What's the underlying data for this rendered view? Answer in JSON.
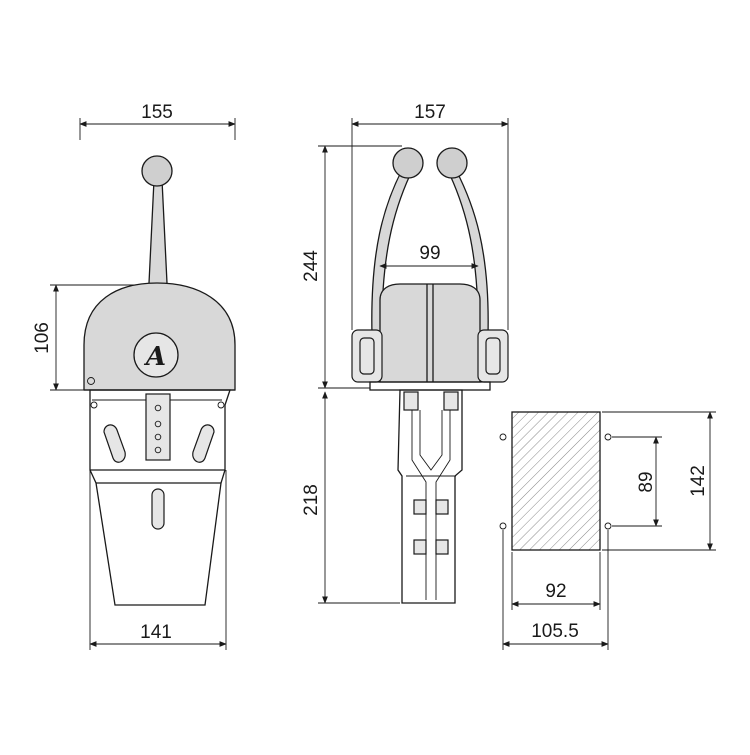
{
  "dimensions": {
    "front_top_width": "155",
    "front_height": "106",
    "front_bottom_width": "141",
    "side_top_width": "157",
    "side_lever_spread": "99",
    "side_upper_height": "244",
    "side_lower_height": "218",
    "cutout_inner_height": "89",
    "cutout_outer_height": "142",
    "cutout_inner_width": "92",
    "cutout_outer_width": "105.5"
  },
  "logo": {
    "letter": "A"
  }
}
